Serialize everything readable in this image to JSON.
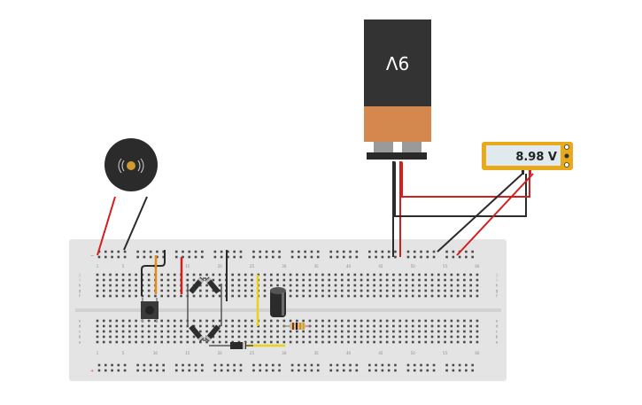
{
  "battery": {
    "label": "9V",
    "body_color": "#333333",
    "band_color": "#d4884d"
  },
  "multimeter": {
    "reading": "8.98 V",
    "frame_color": "#e8a91a",
    "screen_color": "#dfe9ee"
  },
  "breadboard": {
    "board_color": "#e4e4e4",
    "column_labels": [
      "1",
      "5",
      "10",
      "15",
      "20",
      "25",
      "30",
      "35",
      "40",
      "45",
      "50",
      "55",
      "60"
    ],
    "row_labels_top": [
      "j",
      "i",
      "h",
      "g",
      "f"
    ],
    "row_labels_bottom": [
      "e",
      "d",
      "c",
      "b",
      "a"
    ]
  },
  "wires": {
    "red": "#d21f1f",
    "black": "#2b2b2b",
    "orange": "#e58a1a",
    "yellow": "#e8d21a"
  },
  "icons": {
    "buzzer": "buzzer-icon",
    "capacitor": "capacitor-icon",
    "resistor": "resistor-icon",
    "diode": "diode-icon",
    "pushbutton": "pushbutton-icon"
  }
}
